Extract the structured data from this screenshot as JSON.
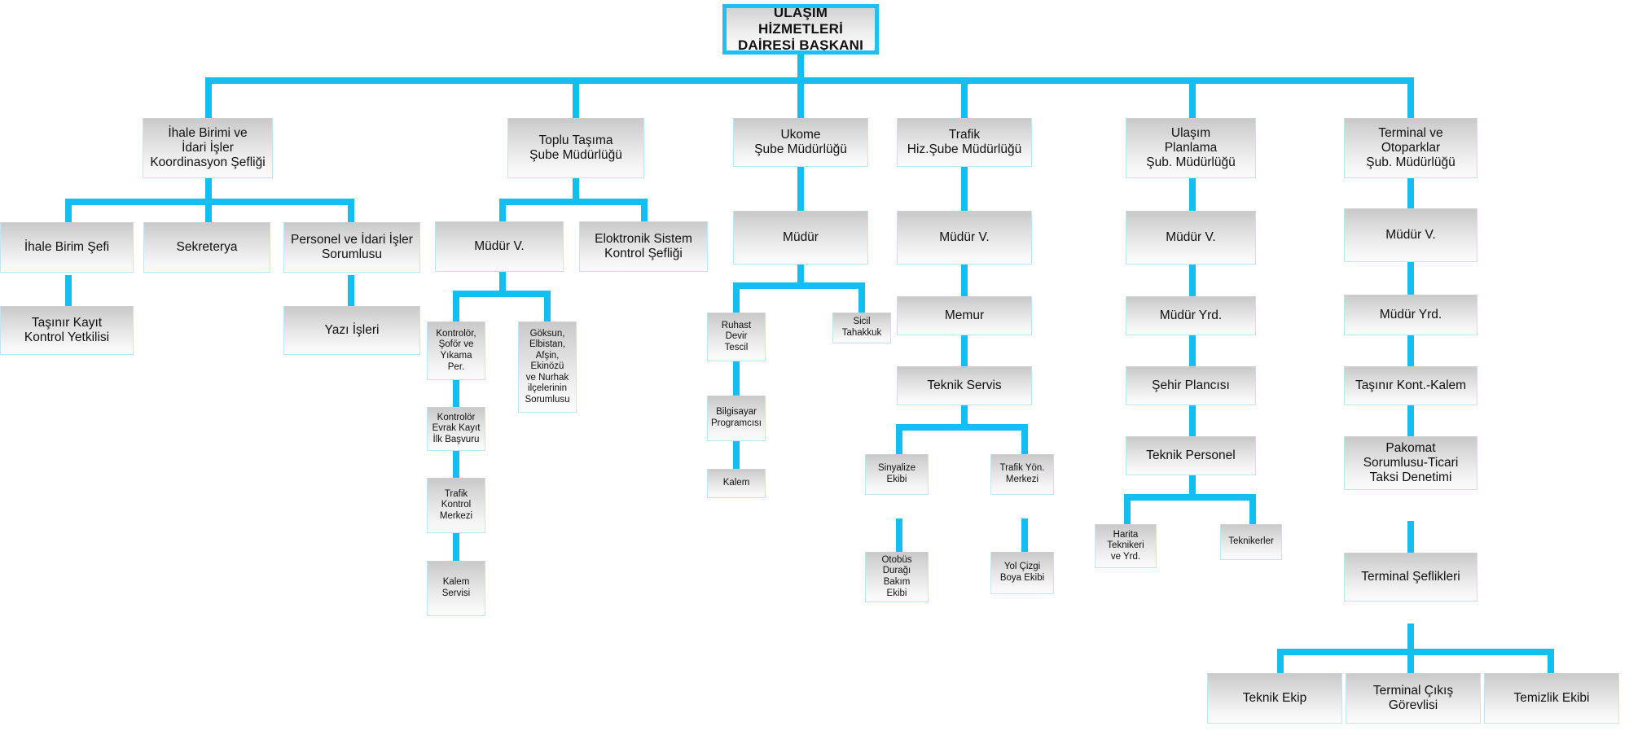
{
  "meta": {
    "title": "Ulaşım Hizmetleri Dairesi Başkanlığı Organizasyon Şeması",
    "accent_color": "#14bef2",
    "box_fill_top": "#c9c9c9",
    "box_fill_bottom": "#fbfbfb",
    "box_border": "#bfe6f7",
    "text_color": "#111111",
    "background": "#ffffff"
  },
  "nodes": {
    "root": "ULAŞIM HİZMETLERİ\nDAİRESİ BAŞKANI",
    "dept_ihale": "İhale Birimi ve\nİdari İşler\nKoordinasyon Şefliği",
    "dept_toplu_tasima": "Toplu Taşıma\nŞube Müdürlüğü",
    "dept_ukome": "Ukome\nŞube Müdürlüğü",
    "dept_trafik": "Trafik\nHiz.Şube Müdürlüğü",
    "dept_ulasim_planlama": "Ulaşım\nPlanlama\nŞub. Müdürlüğü",
    "dept_terminal": "Terminal ve\nOtoparklar\nŞub. Müdürlüğü",
    "ihale_birim_sefi": "İhale Birim Şefi",
    "sekreterya": "Sekreterya",
    "personel_idari": "Personel ve İdari İşler\nSorumlusu",
    "tasinir_kayit": "Taşınır Kayıt\nKontrol Yetkilisi",
    "yazi_isleri": "Yazı İşleri",
    "tt_mudur_v": "Müdür V.",
    "elektronik_sistem": "Eloktronik Sistem\nKontrol Şefliği",
    "kontrolor_sofor": "Kontrolör,\nŞoför ve\nYıkama\nPer.",
    "goksun_ilceler": "Göksun,\nElbistan,\nAfşin,\nEkinözü\nve Nurhak\nilçelerinin\nSorumlusu",
    "kontrolor_evrak": "Kontrolör\nEvrak Kayıt\nİlk Başvuru",
    "trafik_kontrol_merkezi": "Trafik\nKontrol\nMerkezi",
    "kalem_servisi": "Kalem\nServisi",
    "ukome_mudur": "Müdür",
    "ruhast_devir_tescil": "Ruhast\nDevir\nTescil",
    "sicil_tahakkuk": "Sicil\nTahakkuk",
    "bilgisayar_programcisi": "Bilgisayar\nProgramcısı",
    "kalem": "Kalem",
    "trafik_mudur_v": "Müdür V.",
    "memur": "Memur",
    "teknik_servis": "Teknik Servis",
    "sinyalize_ekibi": "Sinyalize\nEkibi",
    "trafik_yon_merkezi": "Trafik Yön.\nMerkezi",
    "otobus_duragi": "Otobüs\nDurağı\nBakım\nEkibi",
    "yol_cizgi": "Yol Çizgi\nBoya Ekibi",
    "up_mudur_v": "Müdür V.",
    "up_mudur_yrd": "Müdür Yrd.",
    "sehir_plancisi": "Şehir Plancısı",
    "teknik_personel": "Teknik Personel",
    "harita_teknikeri": "Harita\nTeknikeri\nve Yrd.",
    "teknikerler": "Teknikerler",
    "term_mudur_v": "Müdür V.",
    "term_mudur_yrd": "Müdür Yrd.",
    "tasinir_kont_kalem": "Taşınır Kont.-Kalem",
    "pakomat": "Pakomat\nSorumlusu-Ticari\nTaksi Denetimi",
    "terminal_seflikleri": "Terminal Şeflikleri",
    "teknik_ekip": "Teknik Ekip",
    "terminal_cikis": "Terminal Çıkış Görevlisi",
    "temizlik_ekibi": "Temizlik Ekibi"
  },
  "chart_data": {
    "type": "org-chart",
    "title": "Ulaşım Hizmetleri Dairesi Başkanlığı Organizasyon Şeması",
    "root": "ULAŞIM HİZMETLERİ DAİRESİ BAŞKANI",
    "departments": [
      {
        "name": "İhale Birimi ve İdari İşler Koordinasyon Şefliği",
        "children": [
          {
            "name": "İhale Birim Şefi",
            "children": [
              {
                "name": "Taşınır Kayıt Kontrol Yetkilisi"
              }
            ]
          },
          {
            "name": "Sekreterya"
          },
          {
            "name": "Personel ve İdari İşler Sorumlusu",
            "children": [
              {
                "name": "Yazı İşleri"
              }
            ]
          }
        ]
      },
      {
        "name": "Toplu Taşıma Şube Müdürlüğü",
        "children": [
          {
            "name": "Müdür V.",
            "children": [
              {
                "name": "Kontrolör, Şoför ve Yıkama Per.",
                "children": [
                  {
                    "name": "Kontrolör Evrak Kayıt İlk Başvuru",
                    "children": [
                      {
                        "name": "Trafik Kontrol Merkezi",
                        "children": [
                          {
                            "name": "Kalem Servisi"
                          }
                        ]
                      }
                    ]
                  }
                ]
              },
              {
                "name": "Göksun, Elbistan, Afşin, Ekinözü ve Nurhak ilçelerinin Sorumlusu"
              }
            ]
          },
          {
            "name": "Eloktronik Sistem Kontrol Şefliği"
          }
        ]
      },
      {
        "name": "Ukome Şube Müdürlüğü",
        "children": [
          {
            "name": "Müdür",
            "children": [
              {
                "name": "Ruhast Devir Tescil",
                "children": [
                  {
                    "name": "Bilgisayar Programcısı",
                    "children": [
                      {
                        "name": "Kalem"
                      }
                    ]
                  }
                ]
              },
              {
                "name": "Sicil Tahakkuk"
              }
            ]
          }
        ]
      },
      {
        "name": "Trafik Hiz.Şube Müdürlüğü",
        "children": [
          {
            "name": "Müdür V.",
            "children": [
              {
                "name": "Memur",
                "children": [
                  {
                    "name": "Teknik Servis",
                    "children": [
                      {
                        "name": "Sinyalize Ekibi",
                        "children": [
                          {
                            "name": "Otobüs Durağı Bakım Ekibi"
                          }
                        ]
                      },
                      {
                        "name": "Trafik Yön. Merkezi",
                        "children": [
                          {
                            "name": "Yol Çizgi Boya Ekibi"
                          }
                        ]
                      }
                    ]
                  }
                ]
              }
            ]
          }
        ]
      },
      {
        "name": "Ulaşım Planlama Şub. Müdürlüğü",
        "children": [
          {
            "name": "Müdür V.",
            "children": [
              {
                "name": "Müdür Yrd.",
                "children": [
                  {
                    "name": "Şehir Plancısı",
                    "children": [
                      {
                        "name": "Teknik Personel",
                        "children": [
                          {
                            "name": "Harita Teknikeri ve Yrd."
                          },
                          {
                            "name": "Teknikerler"
                          }
                        ]
                      }
                    ]
                  }
                ]
              }
            ]
          }
        ]
      },
      {
        "name": "Terminal ve Otoparklar Şub. Müdürlüğü",
        "children": [
          {
            "name": "Müdür V.",
            "children": [
              {
                "name": "Müdür Yrd.",
                "children": [
                  {
                    "name": "Taşınır Kont.-Kalem",
                    "children": [
                      {
                        "name": "Pakomat Sorumlusu-Ticari Taksi Denetimi",
                        "children": [
                          {
                            "name": "Terminal Şeflikleri",
                            "children": [
                              {
                                "name": "Teknik Ekip"
                              },
                              {
                                "name": "Terminal Çıkış Görevlisi"
                              },
                              {
                                "name": "Temizlik Ekibi"
                              }
                            ]
                          }
                        ]
                      }
                    ]
                  }
                ]
              }
            ]
          }
        ]
      }
    ]
  }
}
